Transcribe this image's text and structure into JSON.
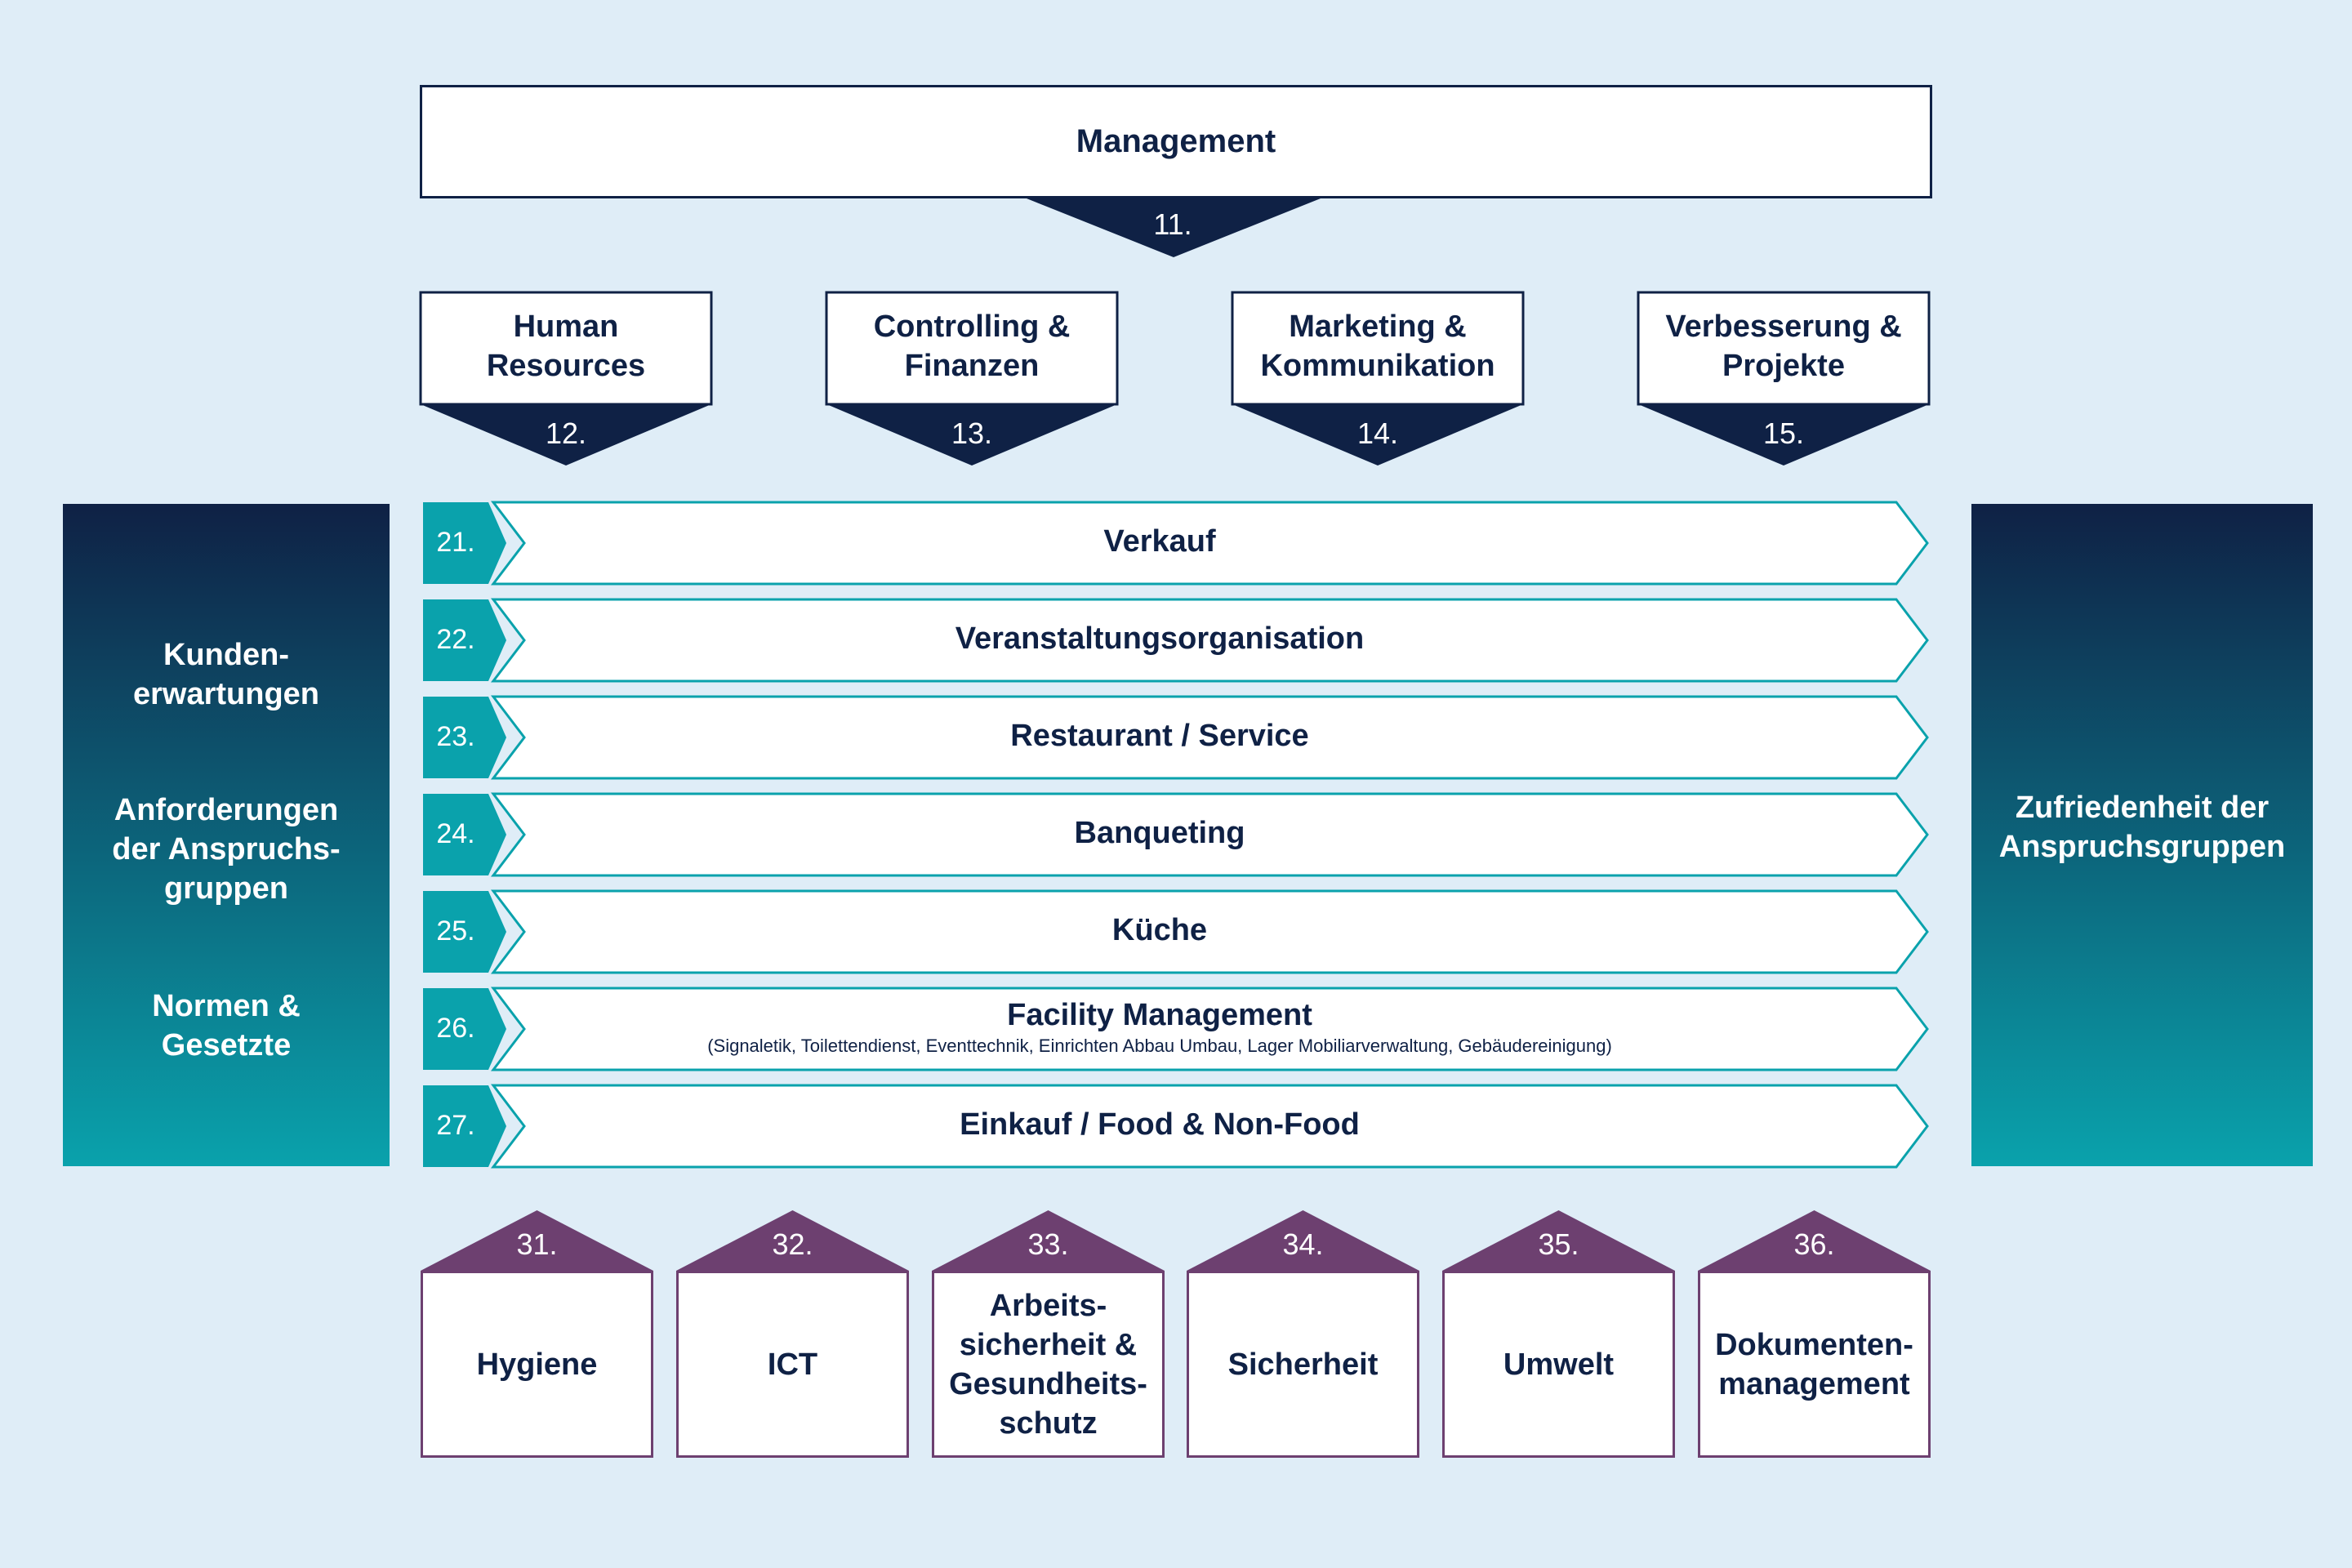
{
  "colors": {
    "background": "#dfedf7",
    "navy": "#0f2145",
    "teal": "#0aa2ac",
    "purple": "#6d4070"
  },
  "management": {
    "label": "Management",
    "number": "11."
  },
  "leadership": [
    {
      "label": "Human Resources",
      "number": "12."
    },
    {
      "label": "Controlling & Finanzen",
      "number": "13."
    },
    {
      "label": "Marketing & Kommunikation",
      "number": "14."
    },
    {
      "label": "Verbesserung & Projekte",
      "number": "15."
    }
  ],
  "left_panel": {
    "items": [
      "Kunden-\nerwartungen",
      "Anforderungen\nder Anspruchs-\ngruppen",
      "Normen &\nGesetzte"
    ]
  },
  "right_panel": {
    "label": "Zufriedenheit der\nAnspruchsgruppen"
  },
  "processes": [
    {
      "number": "21.",
      "label": "Verkauf"
    },
    {
      "number": "22.",
      "label": "Veranstaltungsorganisation"
    },
    {
      "number": "23.",
      "label": "Restaurant / Service"
    },
    {
      "number": "24.",
      "label": "Banqueting"
    },
    {
      "number": "25.",
      "label": "Küche"
    },
    {
      "number": "26.",
      "label": "Facility Management",
      "sublabel": "(Signaletik, Toilettendienst, Eventtechnik, Einrichten Abbau Umbau, Lager Mobiliarverwaltung, Gebäudereinigung)"
    },
    {
      "number": "27.",
      "label": "Einkauf / Food & Non-Food"
    }
  ],
  "support": [
    {
      "number": "31.",
      "label": "Hygiene"
    },
    {
      "number": "32.",
      "label": "ICT"
    },
    {
      "number": "33.",
      "label": "Arbeits-\nsicherheit &\nGesundheits-\nschutz"
    },
    {
      "number": "34.",
      "label": "Sicherheit"
    },
    {
      "number": "35.",
      "label": "Umwelt"
    },
    {
      "number": "36.",
      "label": "Dokumenten-\nmanagement"
    }
  ]
}
